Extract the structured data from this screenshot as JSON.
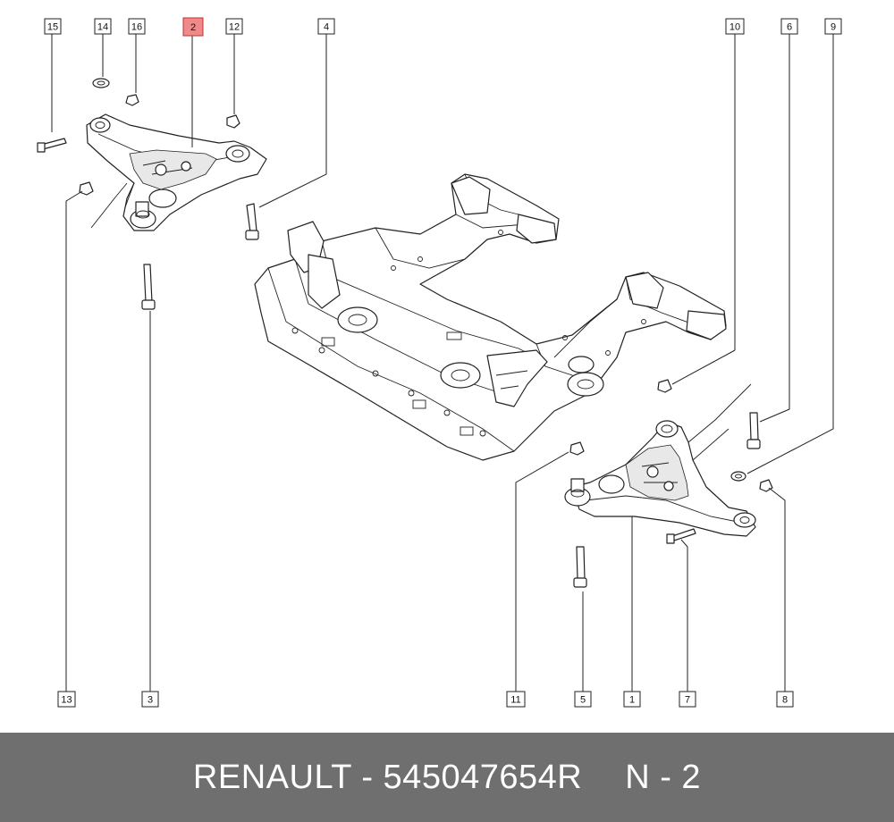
{
  "callouts": [
    {
      "id": "15",
      "label": "15",
      "highlight": false
    },
    {
      "id": "14",
      "label": "14",
      "highlight": false
    },
    {
      "id": "16",
      "label": "16",
      "highlight": false
    },
    {
      "id": "2",
      "label": "2",
      "highlight": true
    },
    {
      "id": "12",
      "label": "12",
      "highlight": false
    },
    {
      "id": "4",
      "label": "4",
      "highlight": false
    },
    {
      "id": "10",
      "label": "10",
      "highlight": false
    },
    {
      "id": "6",
      "label": "6",
      "highlight": false
    },
    {
      "id": "9",
      "label": "9",
      "highlight": false
    },
    {
      "id": "13",
      "label": "13",
      "highlight": false
    },
    {
      "id": "3",
      "label": "3",
      "highlight": false
    },
    {
      "id": "11",
      "label": "11",
      "highlight": false
    },
    {
      "id": "5",
      "label": "5",
      "highlight": false
    },
    {
      "id": "1",
      "label": "1",
      "highlight": false
    },
    {
      "id": "7",
      "label": "7",
      "highlight": false
    },
    {
      "id": "8",
      "label": "8",
      "highlight": false
    }
  ],
  "colors": {
    "highlight": "#f08a8a",
    "footer_bg": "#6f6f6f",
    "footer_text": "#ffffff"
  },
  "footer": {
    "brand_part": "RENAULT - 545047654R",
    "page": "N - 2"
  }
}
